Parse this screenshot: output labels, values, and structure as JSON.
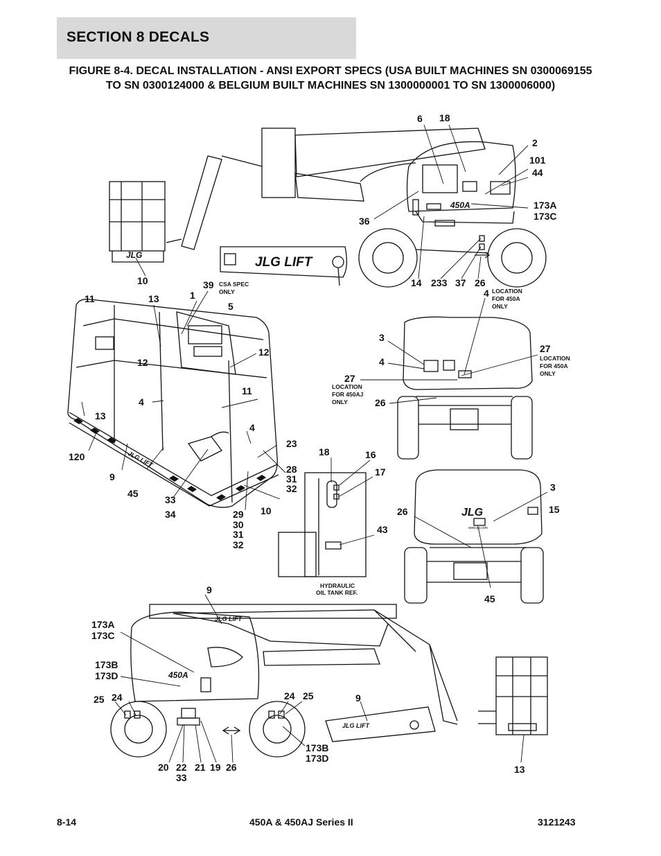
{
  "header": {
    "section_title": "SECTION 8   DECALS"
  },
  "figure": {
    "title": "FIGURE 8-4. DECAL INSTALLATION - ANSI EXPORT SPECS (USA BUILT MACHINES SN 0300069155 TO SN 0300124000 & BELGIUM BUILT MACHINES SN 1300000001 TO SN 1300006000)"
  },
  "drawing_text": {
    "brand": "JLG",
    "brand_lift": "JLG LIFT",
    "model_badge": "450A",
    "website": "www.jlg.com"
  },
  "callouts": [
    {
      "text": "6"
    },
    {
      "text": "18"
    },
    {
      "text": "2"
    },
    {
      "text": "101"
    },
    {
      "text": "44"
    },
    {
      "text": "36"
    },
    {
      "text": "173A"
    },
    {
      "text": "173C"
    },
    {
      "text": "10"
    },
    {
      "text": "14"
    },
    {
      "text": "233"
    },
    {
      "text": "37"
    },
    {
      "text": "26"
    },
    {
      "text": "4"
    },
    {
      "text": "11"
    },
    {
      "text": "13"
    },
    {
      "text": "1"
    },
    {
      "text": "39"
    },
    {
      "text": "5"
    },
    {
      "text": "12"
    },
    {
      "text": "12"
    },
    {
      "text": "4"
    },
    {
      "text": "13"
    },
    {
      "text": "11"
    },
    {
      "text": "4"
    },
    {
      "text": "23"
    },
    {
      "text": "120"
    },
    {
      "text": "9"
    },
    {
      "text": "28"
    },
    {
      "text": "31"
    },
    {
      "text": "32"
    },
    {
      "text": "45"
    },
    {
      "text": "33"
    },
    {
      "text": "34"
    },
    {
      "text": "10"
    },
    {
      "text": "29"
    },
    {
      "text": "30"
    },
    {
      "text": "31"
    },
    {
      "text": "32"
    },
    {
      "text": "3"
    },
    {
      "text": "4"
    },
    {
      "text": "27"
    },
    {
      "text": "27"
    },
    {
      "text": "26"
    },
    {
      "text": "18"
    },
    {
      "text": "16"
    },
    {
      "text": "17"
    },
    {
      "text": "43"
    },
    {
      "text": "3"
    },
    {
      "text": "15"
    },
    {
      "text": "26"
    },
    {
      "text": "45"
    },
    {
      "text": "9"
    },
    {
      "text": "173A"
    },
    {
      "text": "173C"
    },
    {
      "text": "173B"
    },
    {
      "text": "173D"
    },
    {
      "text": "25"
    },
    {
      "text": "24"
    },
    {
      "text": "24"
    },
    {
      "text": "25"
    },
    {
      "text": "9"
    },
    {
      "text": "173B"
    },
    {
      "text": "173D"
    },
    {
      "text": "20"
    },
    {
      "text": "22"
    },
    {
      "text": "33"
    },
    {
      "text": "21"
    },
    {
      "text": "19"
    },
    {
      "text": "26"
    },
    {
      "text": "13"
    }
  ],
  "notes": {
    "csa_spec": [
      "CSA SPEC",
      "ONLY"
    ],
    "loc_450a_top": [
      "LOCATION",
      "FOR 450A",
      "ONLY"
    ],
    "loc_450a_right": [
      "LOCATION",
      "FOR 450A",
      "ONLY"
    ],
    "loc_450aj": [
      "LOCATION",
      "FOR 450AJ",
      "ONLY"
    ],
    "hydraulic": [
      "HYDRAULIC",
      "OIL TANK REF."
    ]
  },
  "footer": {
    "page_number": "8-14",
    "model": "450A & 450AJ Series II",
    "doc_number": "3121243"
  }
}
